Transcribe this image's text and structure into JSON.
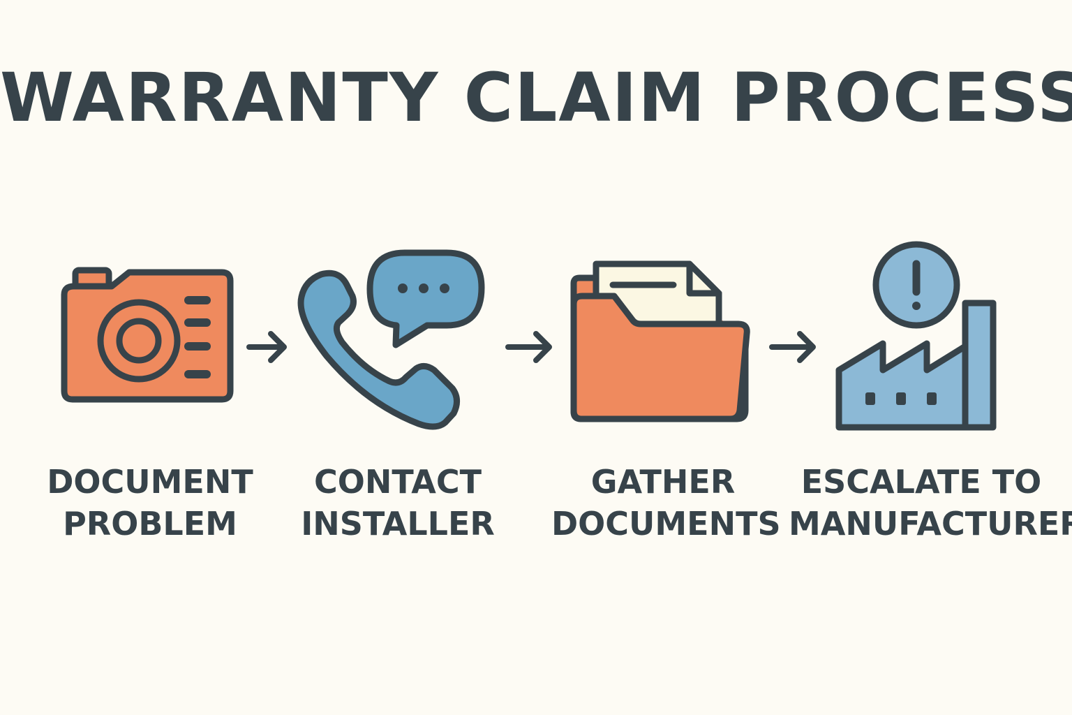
{
  "title": "WARRANTY CLAIM PROCESS",
  "colors": {
    "background": "#fdfbf4",
    "outline": "#37434a",
    "orange": "#ef8a5e",
    "blue": "#6aa6c8",
    "light_blue": "#8cb9d6",
    "paper": "#fbf7e3"
  },
  "steps": [
    {
      "line1": "DOCUMENT",
      "line2": "PROBLEM",
      "icon": "camera-icon"
    },
    {
      "line1": "CONTACT",
      "line2": "INSTALLER",
      "icon": "phone-chat-icon"
    },
    {
      "line1": "GATHER",
      "line2": "DOCUMENTS",
      "icon": "folder-icon"
    },
    {
      "line1": "ESCALATE TO",
      "line2": "MANUFACTURER",
      "icon": "factory-alert-icon"
    }
  ]
}
